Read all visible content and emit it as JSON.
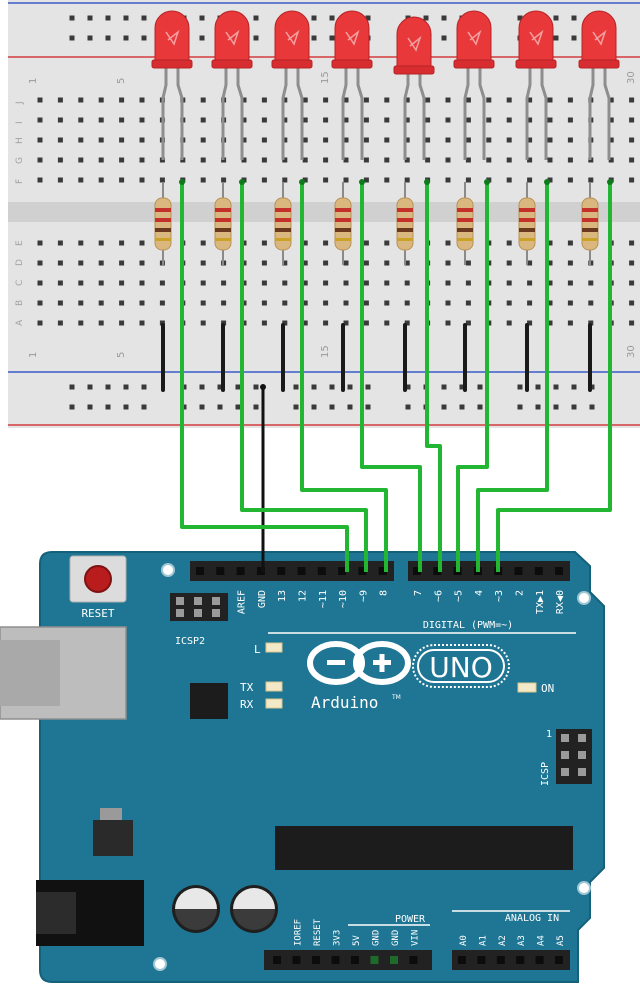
{
  "breadboard": {
    "column_numbers_top": [
      "1",
      "5",
      "15",
      "30"
    ],
    "column_numbers_bottom": [
      "1",
      "5",
      "15",
      "30"
    ],
    "row_letters_upper": [
      "J",
      "I",
      "H",
      "G",
      "F"
    ],
    "row_letters_lower": [
      "E",
      "D",
      "C",
      "B",
      "A"
    ]
  },
  "arduino": {
    "reset_label": "RESET",
    "icsp2_label": "ICSP2",
    "icsp_label": "ICSP",
    "icsp_pin1_label": "1",
    "logo_text": "Arduino",
    "logo_tm": "TM",
    "uno_text": "UNO",
    "on_label": "ON",
    "l_label": "L",
    "tx_label": "TX",
    "rx_label": "RX",
    "digital_label": "DIGITAL (PWM=~)",
    "power_label": "POWER",
    "analog_label": "ANALOG IN",
    "top_pins": [
      "AREF",
      "GND",
      "13",
      "12",
      "~11",
      "~10",
      "~9",
      "8",
      "7",
      "~6",
      "~5",
      "4",
      "~3",
      "2",
      "TX▶1",
      "RX◀0"
    ],
    "power_pins": [
      "IOREF",
      "RESET",
      "3V3",
      "5V",
      "GND",
      "GND",
      "VIN"
    ],
    "analog_pins": [
      "A0",
      "A1",
      "A2",
      "A3",
      "A4",
      "A5"
    ]
  },
  "colors": {
    "breadboard": "#e4e4e4",
    "rail_red": "#d33c3c",
    "rail_blue": "#3a5bc7",
    "wire_green": "#22b632",
    "wire_black": "#1a1a1a",
    "led_red": "#e8383a",
    "board_blue": "#1e7694",
    "header_black": "#222222"
  },
  "components": {
    "led_count": 8,
    "resistor_count": 8
  }
}
